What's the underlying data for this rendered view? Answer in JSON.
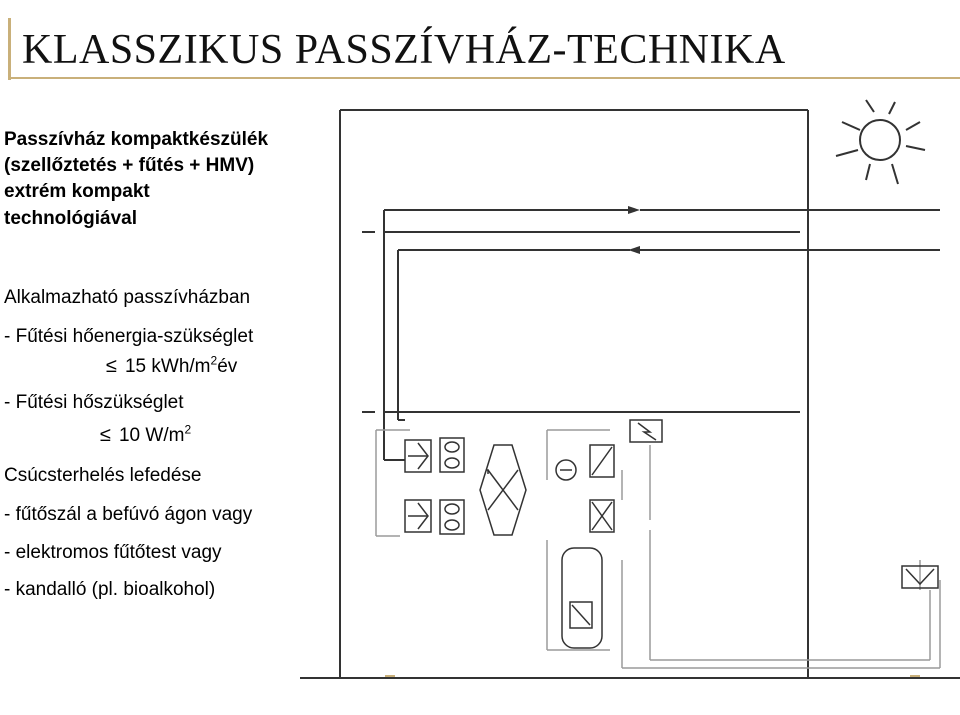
{
  "slide": {
    "title": "KLASSZIKUS PASSZÍVHÁZ-TECHNIKA",
    "intro": [
      "Passzívház kompaktkészülék",
      "(szellőztetés + fűtés + HMV)",
      "extrém kompakt",
      "technológiával"
    ],
    "applicable": "Alkalmazható passzívházban",
    "heating_energy_label": "- Fűtési hőenergia-szükséglet",
    "heating_energy_le": "≤",
    "heating_energy_value": "15 kWh/m",
    "heating_energy_exp": "2",
    "heating_energy_unit": "év",
    "heating_demand_label": "- Fűtési hőszükséglet",
    "heating_demand_le": "≤",
    "heating_demand_value": "10 W/m",
    "heating_demand_exp": "2",
    "peak_title": "Csúcsterhelés lefedése",
    "peak_items": [
      "- fűtőszál a befúvó ágon vagy",
      "- elektromos fűtőtest vagy",
      "- kandalló (pl. bioalkohol)"
    ]
  },
  "colors": {
    "accent": "#c9b07a",
    "line": "#333333",
    "pipe": "#9a9a9a"
  },
  "icons": [
    "sun-icon",
    "fan-icon",
    "heat-exchanger-icon",
    "pump-icon",
    "electric-heater-icon",
    "solar-collector-icon",
    "storage-tank-icon"
  ]
}
